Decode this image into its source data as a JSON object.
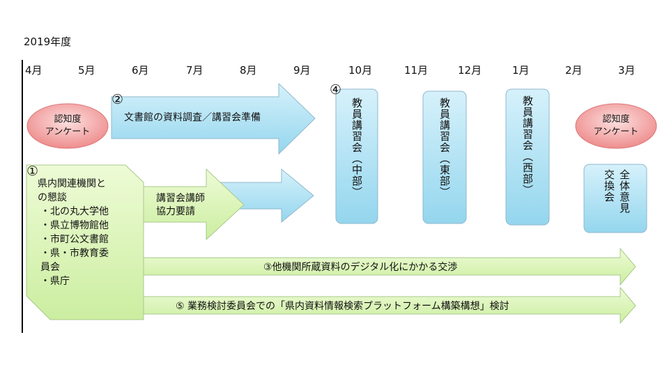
{
  "year_label": "2019年度",
  "months": [
    "4月",
    "5月",
    "6月",
    "7月",
    "8月",
    "9月",
    "10月",
    "11月",
    "12月",
    "1月",
    "2月",
    "3月"
  ],
  "colors": {
    "oval_fill": "#f4a0a0",
    "blue_fill": "#a9def0",
    "green_fill": "#dbf3b0",
    "outline": "#7aa7c2"
  },
  "ovals": [
    {
      "line1": "認知度",
      "line2": "アンケート"
    },
    {
      "line1": "認知度",
      "line2": "アンケート"
    }
  ],
  "arrows": {
    "survey": {
      "num": "②",
      "label": "文書館の資料調査／講習会準備"
    },
    "lecturer": {
      "line1": "講習会講師",
      "line2": "協力要請"
    },
    "digital": {
      "label": "③他機関所蔵資料のデジタル化にかかる交渉"
    },
    "platform": {
      "label": "⑤ 業務検討委員会での「県内資料情報検索プラットフォーム構築構想」検討"
    }
  },
  "meetings": {
    "num": "④",
    "items": [
      {
        "text": "教員講習会（中部）"
      },
      {
        "text": "教員講習会（東部）"
      },
      {
        "text": "教員講習会（西部）"
      }
    ],
    "final": {
      "col1": "全体意見",
      "col2": "交換会"
    }
  },
  "pentagon": {
    "num": "①",
    "lines": [
      "県内関連機関と",
      "の懇談",
      "・北の丸大学他",
      "・県立博物館他",
      "・市町公文書館",
      "・県・市教育委",
      "員会",
      "・県庁"
    ]
  }
}
